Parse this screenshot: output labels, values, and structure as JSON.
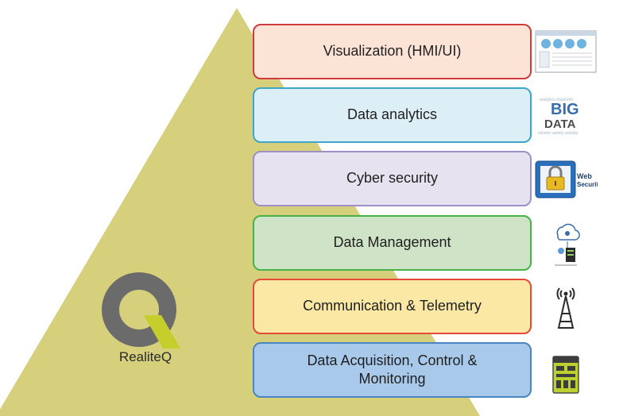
{
  "brand": {
    "name": "RealiteQ"
  },
  "layers": [
    {
      "label": "Visualization (HMI/UI)",
      "fill": "#fbe3d6",
      "border": "#d13b3b",
      "icon": "dashboard-screenshot-icon"
    },
    {
      "label": "Data analytics",
      "fill": "#dceef6",
      "border": "#3fa6c9",
      "icon": "big-data-wordcloud-icon"
    },
    {
      "label": "Cyber security",
      "fill": "#e6e2f0",
      "border": "#9e8fc7",
      "icon": "web-security-padlock-icon"
    },
    {
      "label": "Data Management",
      "fill": "#cfe3c6",
      "border": "#48b24a",
      "icon": "cloud-server-icon"
    },
    {
      "label": "Communication & Telemetry",
      "fill": "#fae8a4",
      "border": "#e84a3a",
      "icon": "antenna-tower-icon"
    },
    {
      "label": "Data Acquisition, Control &\nMonitoring",
      "fill": "#a9c9ea",
      "border": "#4a86c2",
      "icon": "control-device-icon"
    }
  ],
  "icon_text": {
    "big": "BIG",
    "data": "DATA",
    "web": "Web",
    "security": "Security"
  },
  "colors": {
    "pyramid": "#d6d07c",
    "logo_gray": "#6b6b6b",
    "logo_green": "#c5cf2b"
  }
}
